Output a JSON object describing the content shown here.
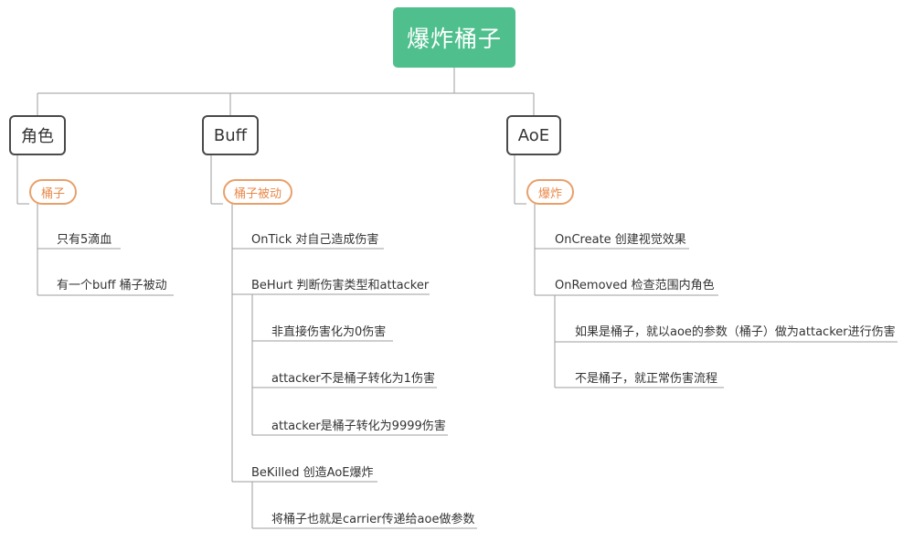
{
  "root": {
    "title": "爆炸桶子"
  },
  "branches": [
    {
      "label": "角色",
      "tag": "桶子",
      "items": [
        {
          "text": "只有5滴血"
        },
        {
          "text": "有一个buff 桶子被动"
        }
      ]
    },
    {
      "label": "Buff",
      "tag": "桶子被动",
      "items": [
        {
          "text": "OnTick 对自己造成伤害"
        },
        {
          "text": "BeHurt 判断伤害类型和attacker",
          "children": [
            {
              "text": "非直接伤害化为0伤害"
            },
            {
              "text": "attacker不是桶子转化为1伤害"
            },
            {
              "text": "attacker是桶子转化为9999伤害"
            }
          ]
        },
        {
          "text": "BeKilled 创造AoE爆炸",
          "children": [
            {
              "text": "将桶子也就是carrier传递给aoe做参数"
            }
          ]
        }
      ]
    },
    {
      "label": "AoE",
      "tag": "爆炸",
      "items": [
        {
          "text": "OnCreate 创建视觉效果"
        },
        {
          "text": "OnRemoved 检查范围内角色",
          "children": [
            {
              "text": "如果是桶子，就以aoe的参数（桶子）做为attacker进行伤害"
            },
            {
              "text": "不是桶子，就正常伤害流程"
            }
          ]
        }
      ]
    }
  ],
  "colors": {
    "root_fill": "#4fc08d",
    "line": "#9e9e9e",
    "tag_border": "#e8a06a",
    "tag_text": "#e8894a",
    "branch_border": "#4a4a4a"
  }
}
